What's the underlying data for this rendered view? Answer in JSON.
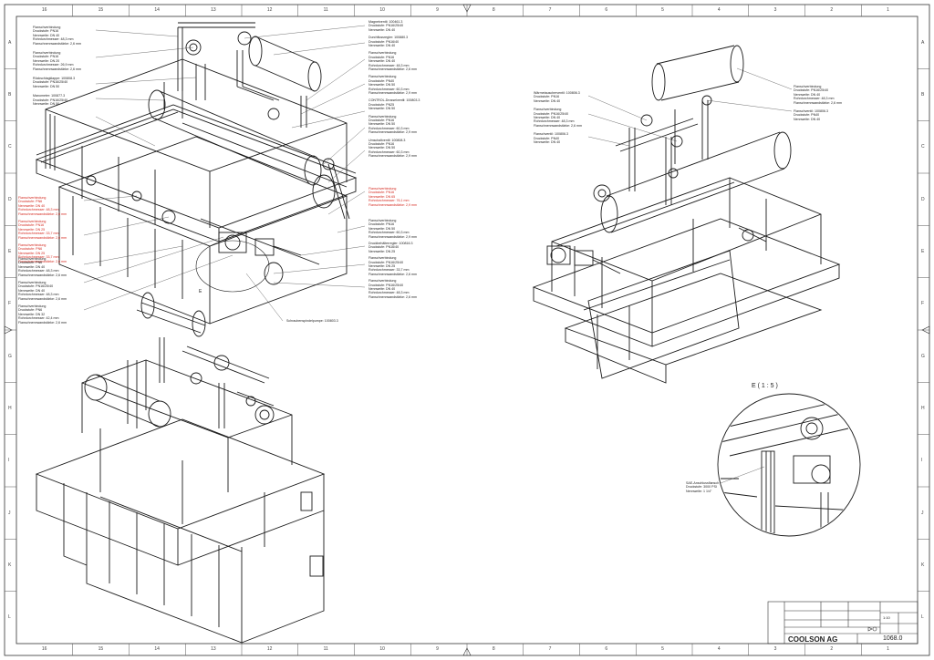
{
  "border": {
    "columns": [
      "16",
      "15",
      "14",
      "13",
      "12",
      "11",
      "10",
      "9",
      "8",
      "7",
      "6",
      "5",
      "4",
      "3",
      "2",
      "1"
    ],
    "rows": [
      "A",
      "B",
      "C",
      "D",
      "E",
      "F",
      "G",
      "H",
      "I",
      "J",
      "K",
      "L"
    ]
  },
  "callouts_left": [
    {
      "lines": [
        "Flanschverbindung",
        "Druckstufe: PN16",
        "Nennweite: DN 40",
        "Rohrdurchmesser: 48,3 mm",
        "Flanschnennwandstärke: 2,6 mm"
      ]
    },
    {
      "lines": [
        "Flanschverbindung",
        "Druckstufe: PN16",
        "Nennweite: DN 20",
        "Rohrdurchmesser: 26,9 mm",
        "Flanschnennwandstärke: 2,6 mm"
      ]
    },
    {
      "lines": [
        "Rückschlagklappe: 100808.3",
        "Druckstufe: PN16/25/40",
        "Nennweite: DN 50"
      ]
    },
    {
      "lines": [
        "Manometer: 100877.3",
        "Druckstufe: PN16/25/40",
        "Nennweite: DN 50"
      ]
    }
  ],
  "callouts_left_red": [
    {
      "lines": [
        "Flanschverbindung",
        "Druckstufe: PN6",
        "Nennweite: DN 40",
        "Rohrdurchmesser: 48,3 mm",
        "Flanschnennwandstärke: 2,6 mm"
      ]
    },
    {
      "lines": [
        "Flanschverbindung",
        "Druckstufe: PN16",
        "Nennweite: DN 25",
        "Rohrdurchmesser: 33,7 mm",
        "Flanschnennwandstärke: 2,6 mm"
      ]
    },
    {
      "lines": [
        "Flanschverbindung",
        "Druckstufe: PN6",
        "Nennweite: DN 25",
        "Rohrdurchmesser: 33,7 mm",
        "Flanschnennwandstärke: 2,6 mm"
      ]
    }
  ],
  "callouts_left_lower": [
    {
      "lines": [
        "Flanschverbindung",
        "Druckstufe: PN6",
        "Nennweite: DN 40",
        "Rohrdurchmesser: 48,3 mm",
        "Flanschnennwandstärke: 2,6 mm"
      ]
    },
    {
      "lines": [
        "Flanschverbindung",
        "Druckstufe: PN16/25/40",
        "Nennweite: DN 40",
        "Rohrdurchmesser: 48,3 mm",
        "Flanschnennwandstärke: 2,6 mm"
      ]
    },
    {
      "lines": [
        "Flanschverbindung",
        "Druckstufe: PN6",
        "Nennweite: DN 32",
        "Rohrdurchmesser: 42,4 mm",
        "Flanschnennwandstärke: 2,6 mm"
      ]
    }
  ],
  "callouts_mid": [
    {
      "lines": [
        "Magnetventil: 100461.3",
        "Druckstufe: PN16/25/40",
        "Nennweite: DN 40"
      ]
    },
    {
      "lines": [
        "Durchflussregler: 100880.3",
        "Druckstufe: PN16/40",
        "Nennweite: DN 40"
      ]
    },
    {
      "lines": [
        "Flanschverbindung",
        "Druckstufe: PN16",
        "Nennweite: DN 40",
        "Rohrdurchmesser: 48,3 mm",
        "Flanschnennwandstärke: 2,6 mm"
      ]
    },
    {
      "lines": [
        "Flanschverbindung",
        "Druckstufe: PN40",
        "Nennweite: DN 50",
        "Rohrdurchmesser: 60,3 mm",
        "Flanschnennwandstärke: 2,9 mm"
      ]
    },
    {
      "lines": [
        "CONTROL-Drosselventil: 100803.3",
        "Druckstufe: PN25",
        "Nennweite: DN 50"
      ]
    },
    {
      "lines": [
        "Flanschverbindung",
        "Druckstufe: PN16",
        "Nennweite: DN 50",
        "Rohrdurchmesser: 60,3 mm",
        "Flanschnennwandstärke: 2,9 mm"
      ]
    },
    {
      "lines": [
        "Umschaltventil: 100808.3",
        "Druckstufe: PN16",
        "Nennweite: DN 50",
        "Rohrdurchmesser: 60,3 mm",
        "Flanschnennwandstärke: 2,9 mm"
      ]
    }
  ],
  "callouts_mid_red": [
    {
      "lines": [
        "Flanschverbindung",
        "Druckstufe: PN16",
        "Nennweite: DN 65",
        "Rohrdurchmesser: 76,1 mm",
        "Flanschnennwandstärke: 2,9 mm"
      ]
    }
  ],
  "callouts_mid_lower": [
    {
      "lines": [
        "Flanschverbindung",
        "Druckstufe: PN16",
        "Nennweite: DN 50",
        "Rohrdurchmesser: 60,3 mm",
        "Flanschnennwandstärke: 2,9 mm"
      ]
    },
    {
      "lines": [
        "Druckbehälterregler: 100816.3",
        "Druckstufe: PN16/40",
        "Nennweite: DN 25"
      ]
    },
    {
      "lines": [
        "Flanschverbindung",
        "Druckstufe: PN16/25/40",
        "Nennweite: DN 25",
        "Rohrdurchmesser: 33,7 mm",
        "Flanschnennwandstärke: 2,6 mm"
      ]
    },
    {
      "lines": [
        "Flanschverbindung",
        "Druckstufe: PN16/25/40",
        "Nennweite: DN 40",
        "Rohrdurchmesser: 48,3 mm",
        "Flanschnennwandstärke: 2,6 mm"
      ]
    }
  ],
  "pump_label": "Schraubenspindelpumpe: 100803.3",
  "detail_marker": "E",
  "callouts_right": [
    {
      "lines": [
        "Wärmetauscherventil: 100806.3",
        "Druckstufe: PN16",
        "Nennweite: DN 40"
      ]
    },
    {
      "lines": [
        "Flanschverbindung",
        "Druckstufe: PN16/25/40",
        "Nennweite: DN 40",
        "Rohrdurchmesser: 48,3 mm",
        "Flanschnennwandstärke: 2,6 mm"
      ]
    },
    {
      "lines": [
        "Flanschventil: 100806.3",
        "Druckstufe: PN40",
        "Nennweite: DN 40"
      ]
    }
  ],
  "callouts_far_right": [
    {
      "lines": [
        "Flanschverbindung",
        "Druckstufe: PN16/25/40",
        "Nennweite: DN 40",
        "Rohrdurchmesser: 48,3 mm",
        "Flanschnennwandstärke: 2,6 mm"
      ]
    },
    {
      "lines": [
        "Flanschventil: 100806.3",
        "Druckstufe: PN40",
        "Nennweite: DN 40"
      ]
    }
  ],
  "detail": {
    "title": "E ( 1 : 5 )",
    "label_lines": [
      "SAE-Anschlussflansch",
      "Druckstufe: 3000 PSI",
      "Nennweite: 1 1/4\""
    ]
  },
  "title_block": {
    "company": "COOLSON AG",
    "drawing_number": "1068.0",
    "scale": "1:10"
  },
  "colors": {
    "line": "#1a1a1a",
    "red_text": "#d4281e",
    "border": "#333333"
  }
}
